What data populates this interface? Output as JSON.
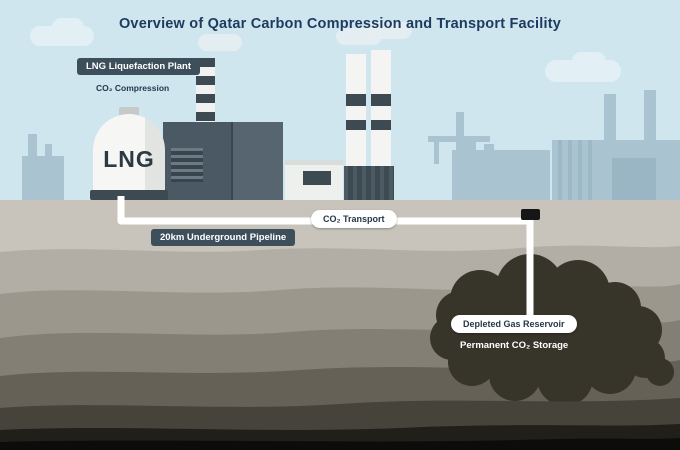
{
  "title": "Overview of Qatar Carbon Compression and Transport Facility",
  "facility": {
    "plant_badge": "LNG Liquefaction Plant",
    "compression_label": "CO₂ Compression",
    "tank_label": "LNG"
  },
  "pipeline": {
    "underground_badge": "20km Underground Pipeline",
    "transport_badge": "CO₂ Transport"
  },
  "storage": {
    "reservoir_badge": "Depleted Gas Reservoir",
    "storage_label": "Permanent CO₂ Storage"
  },
  "colors": {
    "sky": "#cfe6ee",
    "title_text": "#1d3a5f",
    "dark_badge_bg": "#3e4f5c",
    "dark_badge_text": "#ffffff",
    "light_pill_bg": "#ffffff",
    "light_pill_text": "#24384a",
    "building_dark": "#4a5963",
    "background_industry": "#a9c3d0",
    "pipe": "#ffffff",
    "reservoir_blob": "#37342a",
    "ground_layers": [
      "#c8c4bc",
      "#b2aea6",
      "#9c978d",
      "#837f75",
      "#666156",
      "#46433a",
      "#211f19",
      "#0d0c0a"
    ]
  }
}
